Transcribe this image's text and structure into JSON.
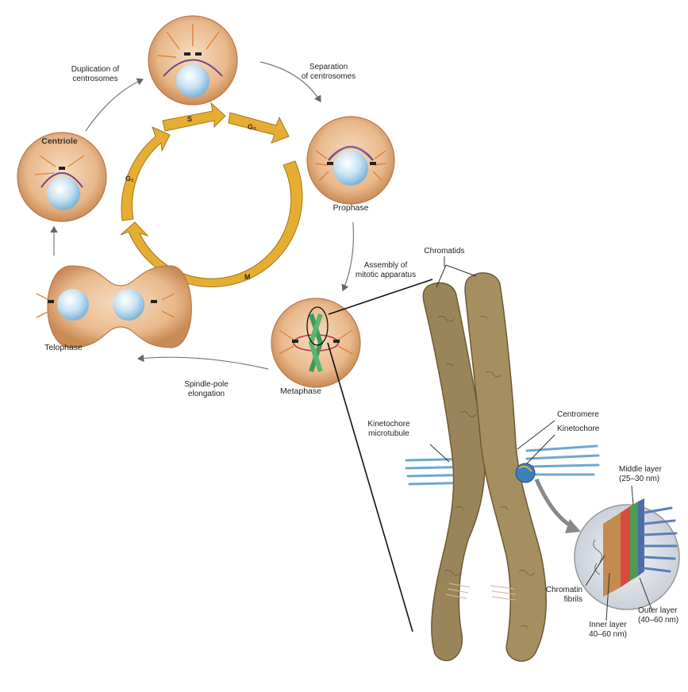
{
  "cycle": {
    "phases": {
      "s": "S",
      "g2": "G₂",
      "g1": "G₁",
      "m": "M"
    },
    "stages": {
      "centriole": "Centriole",
      "prophase": "Prophase",
      "telophase": "Telophase",
      "metaphase": "Metaphase"
    },
    "transitions": {
      "duplication_1": "Duplication of",
      "duplication_2": "centrosomes",
      "separation_1": "Separation",
      "separation_2": "of centrosomes",
      "assembly_1": "Assembly of",
      "assembly_2": "mitotic apparatus",
      "spindle_1": "Spindle-pole",
      "spindle_2": "elongation"
    }
  },
  "chromosome": {
    "chromatids": "Chromatids",
    "centromere": "Centromere",
    "kinetochore": "Kinetochore",
    "kt_microtubule_1": "Kinetochore",
    "kt_microtubule_2": "microtubule"
  },
  "kinetochore_detail": {
    "middle_1": "Middle layer",
    "middle_2": "(25–30 nm)",
    "fibrils_1": "Chromatin",
    "fibrils_2": "fibrils",
    "inner_1": "Inner layer",
    "inner_2": "40–60 nm)",
    "outer_1": "Outer layer",
    "outer_2": "(40–60 nm)"
  },
  "colors": {
    "cell_fill": "#e9b98c",
    "cell_edge": "#c98a55",
    "nucleus": "#b9dcf0",
    "cycle_arrow": "#e6ad33",
    "chromosome": "#9a855a",
    "microtubule": "#6fa7cf",
    "spindle": "#e0803a"
  }
}
